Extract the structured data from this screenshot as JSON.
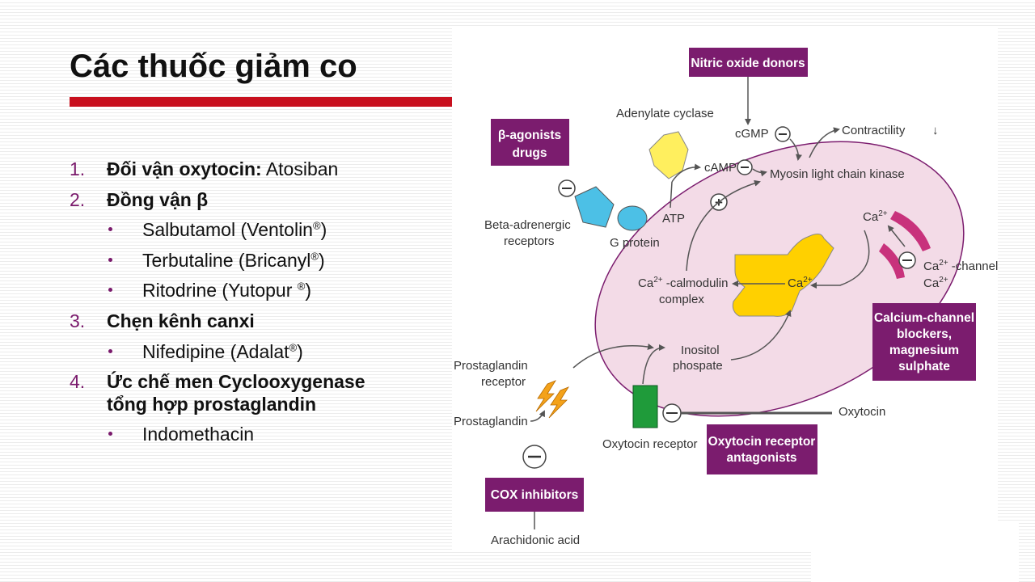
{
  "slide": {
    "title": "Các thuốc giảm co",
    "items": [
      {
        "num": "1.",
        "bold": "Đối vận oxytocin:",
        "rest": " Atosiban"
      },
      {
        "num": "2.",
        "bold": "Đồng vận β",
        "sub": [
          "Salbutamol (Ventolin",
          "Terbutaline (Bricanyl",
          "Ritodrine (Yutopur "
        ]
      },
      {
        "num": "3.",
        "bold": "Chẹn kênh canxi",
        "sub": [
          "Nifedipine (Adalat"
        ]
      },
      {
        "num": "4.",
        "bold_line1": "Ức chế men Cyclooxygenase",
        "bold_line2": "tổng hợp prostaglandin",
        "sub": [
          "Indomethacin"
        ]
      }
    ],
    "reg": "®",
    "close_paren": ")"
  },
  "diagram": {
    "boxes": {
      "nitric_oxide": "Nitric oxide donors",
      "beta_line1": "β-agonists",
      "beta_line2": "drugs",
      "calcium_lines": [
        "Calcium-channel",
        "blockers,",
        "magnesium",
        "sulphate"
      ],
      "oxytocin_antag_lines": [
        "Oxytocin receptor",
        "antagonists"
      ],
      "cox": "COX inhibitors"
    },
    "labels": {
      "adenylate_cyclase": "Adenylate cyclase",
      "cgmp": "cGMP",
      "contractility": "Contractility",
      "camp": "cAMP",
      "mlck": "Myosin light chain kinase",
      "beta_receptors_line1": "Beta-adrenergic",
      "beta_receptors_line2": "receptors",
      "atp": "ATP",
      "g_protein": "G protein",
      "ca": "Ca",
      "ca_sup": "2+",
      "ca_channel": " -channel",
      "calmodulin": " -calmodulin",
      "complex": "complex",
      "inositol_line1": "Inositol",
      "inositol_line2": "phospate",
      "pg_receptor_line1": "Prostaglandin",
      "pg_receptor_line2": "receptor",
      "prostaglandin": "Prostaglandin",
      "oxytocin": "Oxytocin",
      "oxytocin_receptor": "Oxytocin receptor",
      "arachidonic": "Arachidonic acid",
      "plus": "+",
      "contractility_arrow": "↓"
    },
    "colors": {
      "cell_fill": "#f3dbe7",
      "box_purple": "#7b1c6e",
      "adenylate_yellow": "#ffef5e",
      "calmodulin_yellow": "#ffd000",
      "receptor_blue": "#4cc0e6",
      "channel_magenta": "#c8327c",
      "receptor_green": "#1f9b3a",
      "lightning_orange": "#f4a21a"
    }
  }
}
